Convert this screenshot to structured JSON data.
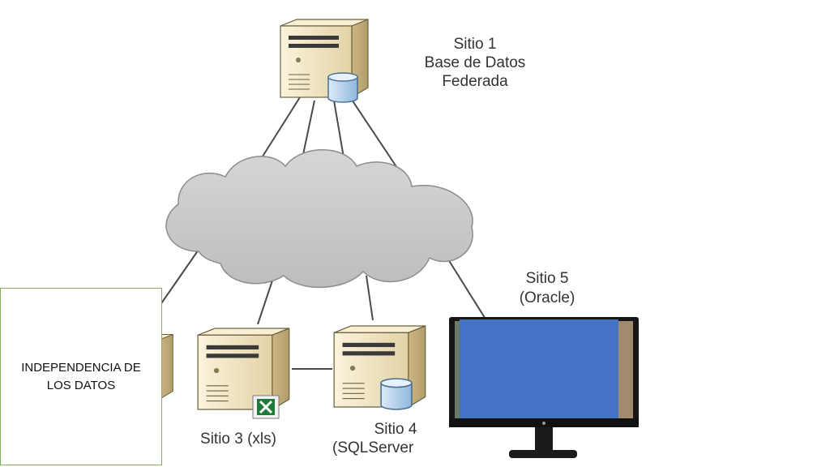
{
  "sites": {
    "site1": {
      "line1": "Sitio 1",
      "line2": "Base de Datos",
      "line3": "Federada"
    },
    "site3": {
      "line1": "Sitio 3 (xls)"
    },
    "site4": {
      "line1": "Sitio 4",
      "line2": "(SQLServer"
    },
    "site5": {
      "line1": "Sitio 5",
      "line2": "(Oracle)"
    }
  },
  "textbox": {
    "text": "INDEPENDENCIA DE LOS DATOS"
  },
  "icons": {
    "server": "server-tower-icon",
    "database": "database-cylinder-icon",
    "excel": "excel-icon",
    "cloud": "network-cloud-icon",
    "monitor": "monitor-icon"
  },
  "colors": {
    "cloud": "#c8c8c8",
    "server": "#efe3c4",
    "database": "#b8d5ee",
    "screen": "#4472c4",
    "textbox_border": "#7fae5c"
  }
}
